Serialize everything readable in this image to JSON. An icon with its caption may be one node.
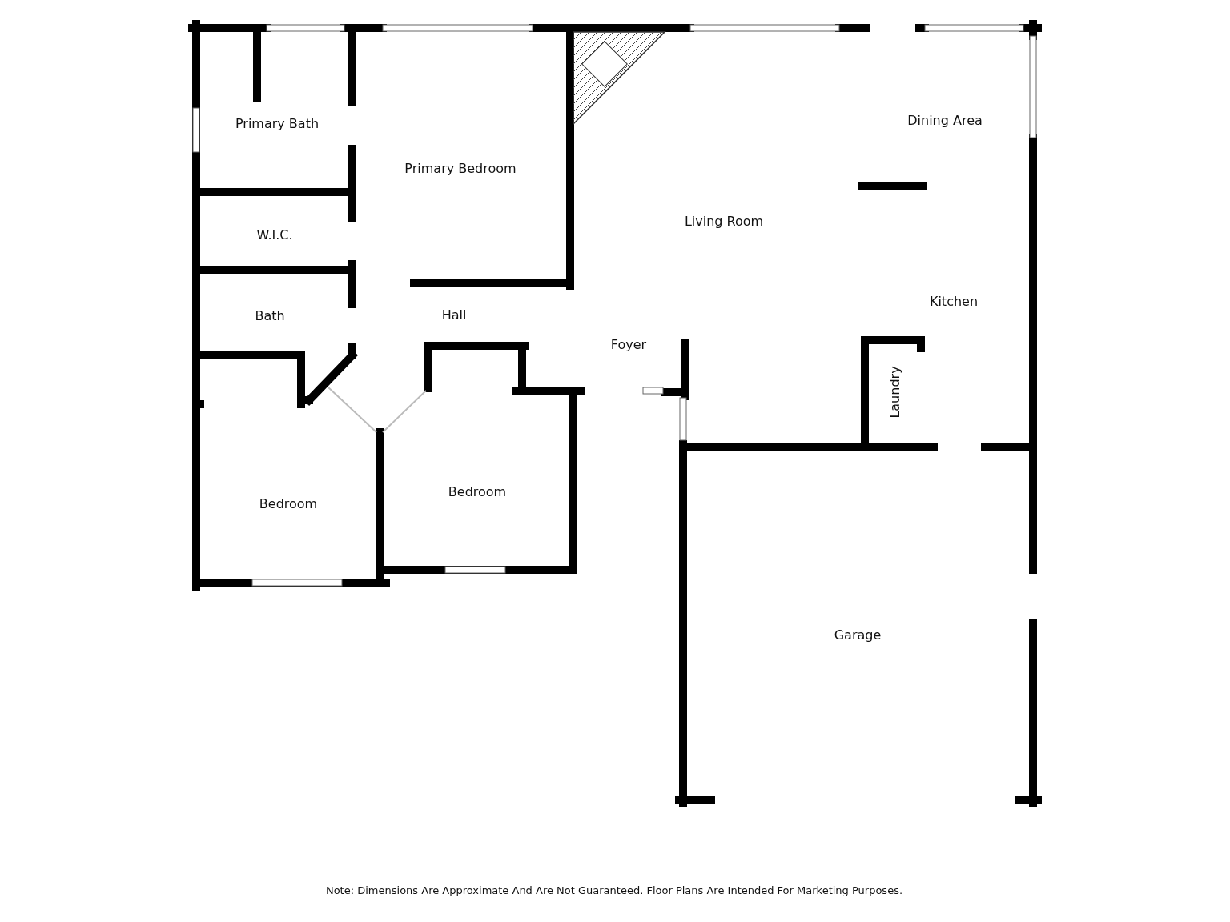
{
  "diagram": {
    "labels": [
      "Primary Bath",
      "Dining Area",
      "Primary Bedroom",
      "Living Room",
      "W.I.C.",
      "Kitchen",
      "Bath",
      "Hall",
      "Foyer",
      "Laundry",
      "Bedroom",
      "Bedroom",
      "Garage",
      "Note: Dimensions Are Approximate And Are Not Guaranteed. Floor Plans Are Intended For Marketing Purposes."
    ]
  }
}
